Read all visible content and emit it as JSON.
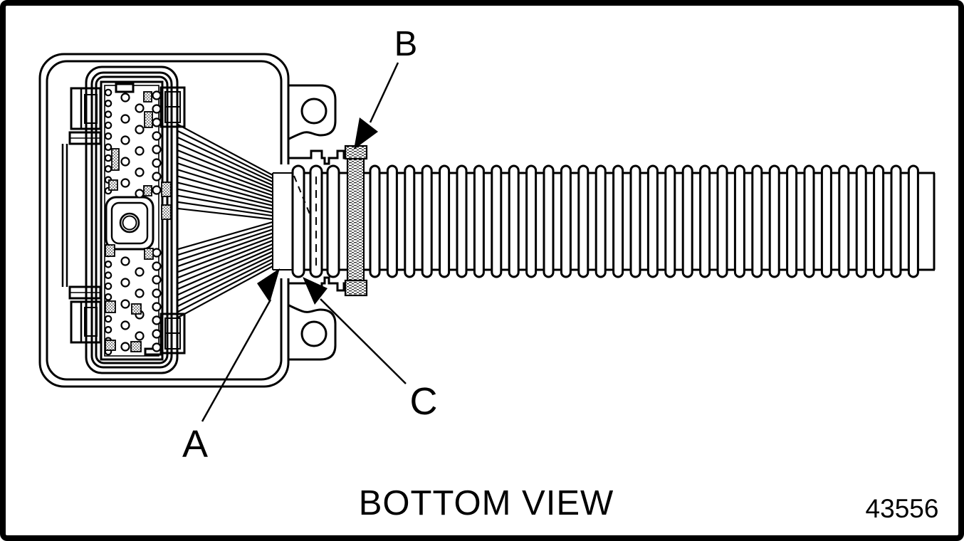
{
  "figure": {
    "caption": "BOTTOM VIEW",
    "figure_number": "43556",
    "callouts": [
      {
        "label": "A"
      },
      {
        "label": "B"
      },
      {
        "label": "C"
      }
    ],
    "colors": {
      "line": "#000000",
      "background": "#ffffff"
    }
  }
}
